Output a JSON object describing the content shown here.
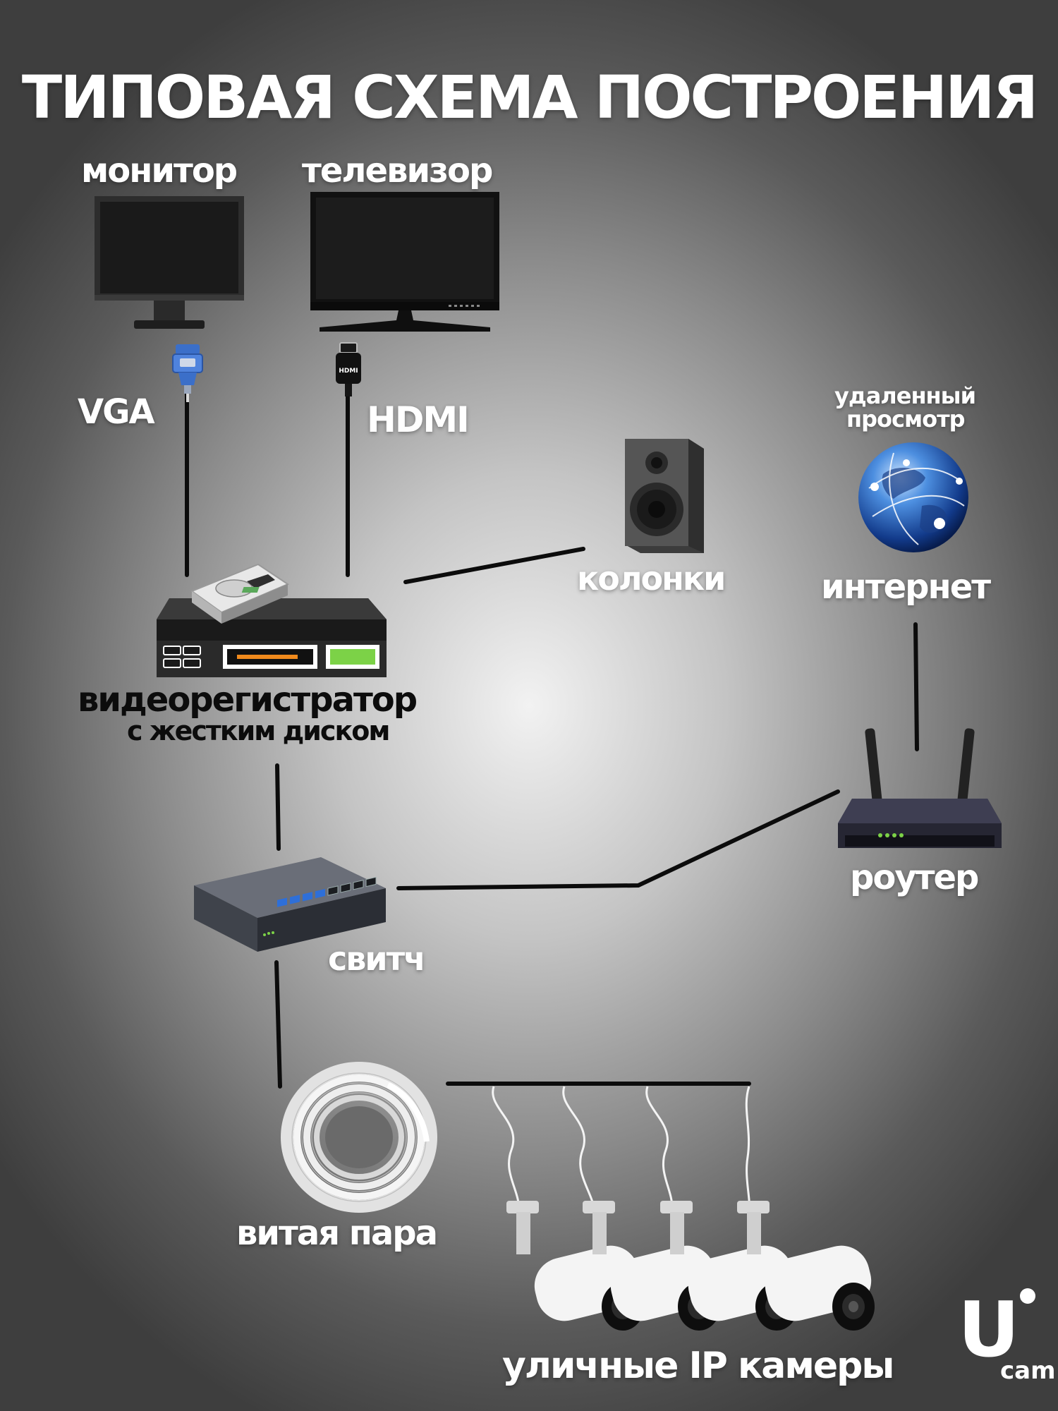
{
  "title": "ТИПОВАЯ СХЕМА ПОСТРОЕНИЯ",
  "labels": {
    "monitor": "монитор",
    "tv": "телевизор",
    "vga": "VGA",
    "hdmi": "HDMI",
    "hdmi_plug": "HDMI",
    "remote_line1": "удаленный",
    "remote_line2": "просмотр",
    "internet": "интернет",
    "speakers": "колонки",
    "dvr_line1": "видеорегистратор",
    "dvr_line2": "с жестким диском",
    "router": "роутер",
    "switch": "свитч",
    "cable": "витая пара",
    "cameras": "уличные IP камеры"
  },
  "logo": {
    "letter": "U",
    "text": "cam"
  },
  "colors": {
    "background_center": "#f2f2f2",
    "background_edge": "#3e3e3e",
    "title_text": "#ffffff",
    "wire": "#0c0c0c",
    "vga_blue": "#3b6fc9",
    "dvr_display": "#7cd247",
    "dvr_slot": "#f08a1c",
    "switch_ports": "#2e6fd8"
  },
  "icons": [
    "monitor-icon",
    "tv-icon",
    "vga-plug-icon",
    "hdmi-plug-icon",
    "speaker-icon",
    "globe-icon",
    "dvr-icon",
    "hard-disk-icon",
    "router-icon",
    "switch-icon",
    "cable-coil-icon",
    "ip-camera-icon"
  ]
}
